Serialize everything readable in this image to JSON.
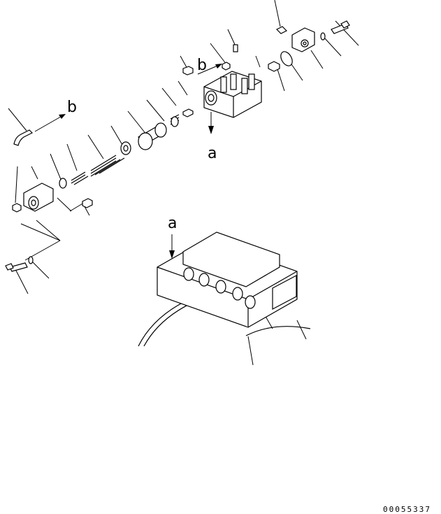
{
  "figure": {
    "callout_a": "a",
    "callout_b": "b",
    "drawing_number": "00055337"
  }
}
